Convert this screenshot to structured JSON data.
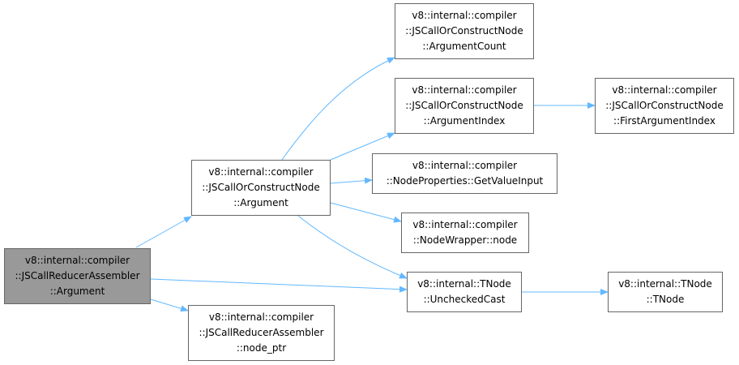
{
  "graph": {
    "colors": {
      "edge": "#63b8ff",
      "node_border": "#666666",
      "root_fill": "#999999",
      "node_fill": "#ffffff"
    },
    "nodes": [
      {
        "id": "root",
        "lines": [
          "v8::internal::compiler",
          "::JSCallReducerAssembler",
          "::Argument"
        ]
      },
      {
        "id": "argument",
        "lines": [
          "v8::internal::compiler",
          "::JSCallOrConstructNode",
          "::Argument"
        ]
      },
      {
        "id": "node_ptr",
        "lines": [
          "v8::internal::compiler",
          "::JSCallReducerAssembler",
          "::node_ptr"
        ]
      },
      {
        "id": "argument_count",
        "lines": [
          "v8::internal::compiler",
          "::JSCallOrConstructNode",
          "::ArgumentCount"
        ]
      },
      {
        "id": "argument_index",
        "lines": [
          "v8::internal::compiler",
          "::JSCallOrConstructNode",
          "::ArgumentIndex"
        ]
      },
      {
        "id": "get_value_input",
        "lines": [
          "v8::internal::compiler",
          "::NodeProperties::GetValueInput"
        ]
      },
      {
        "id": "wrapper_node",
        "lines": [
          "v8::internal::compiler",
          "::NodeWrapper::node"
        ]
      },
      {
        "id": "unchecked_cast",
        "lines": [
          "v8::internal::TNode",
          "::UncheckedCast"
        ]
      },
      {
        "id": "first_argument_index",
        "lines": [
          "v8::internal::compiler",
          "::JSCallOrConstructNode",
          "::FirstArgumentIndex"
        ]
      },
      {
        "id": "tnode",
        "lines": [
          "v8::internal::TNode",
          "::TNode"
        ]
      }
    ],
    "edges": [
      {
        "from": "root",
        "to": "argument"
      },
      {
        "from": "root",
        "to": "unchecked_cast"
      },
      {
        "from": "root",
        "to": "node_ptr"
      },
      {
        "from": "argument",
        "to": "argument_count"
      },
      {
        "from": "argument",
        "to": "argument_index"
      },
      {
        "from": "argument",
        "to": "get_value_input"
      },
      {
        "from": "argument",
        "to": "wrapper_node"
      },
      {
        "from": "argument",
        "to": "unchecked_cast"
      },
      {
        "from": "argument_index",
        "to": "first_argument_index"
      },
      {
        "from": "unchecked_cast",
        "to": "tnode"
      }
    ]
  }
}
